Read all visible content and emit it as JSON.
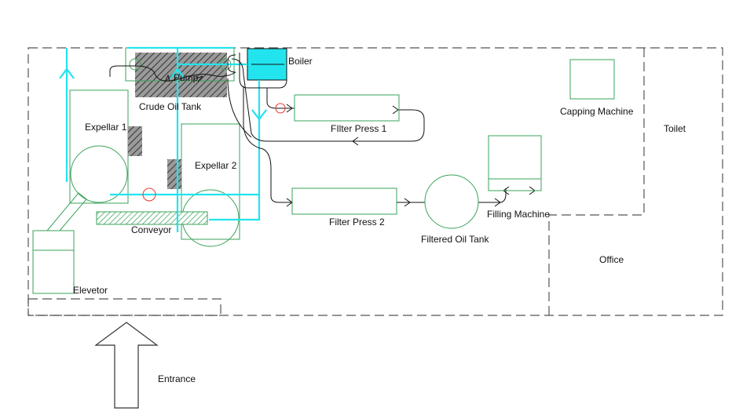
{
  "diagram": {
    "labels": {
      "boiler": "Boiler",
      "pump": "Pump",
      "crude_oil_tank": "Crude Oil Tank",
      "expellar_1": "Expellar 1",
      "expellar_2": "Expellar 2",
      "filter_press_1": "FIlter Press 1",
      "filter_press_2": "Filter Press 2",
      "filtered_oil_tank": "Filtered Oil Tank",
      "filling_machine": "Filling Machine",
      "capping_machine": "Capping Machine",
      "toilet": "Toilet",
      "office": "Office",
      "conveyor": "Conveyor",
      "elevetor": "Elevetor",
      "entrance": "Entrance"
    },
    "colors": {
      "equipment_outline": "#3aa35a",
      "water_line": "#22e4ee",
      "boiler_fill": "#22e4ee",
      "process_line": "#111111",
      "valve": "#e53935",
      "wall": "#555555"
    }
  }
}
